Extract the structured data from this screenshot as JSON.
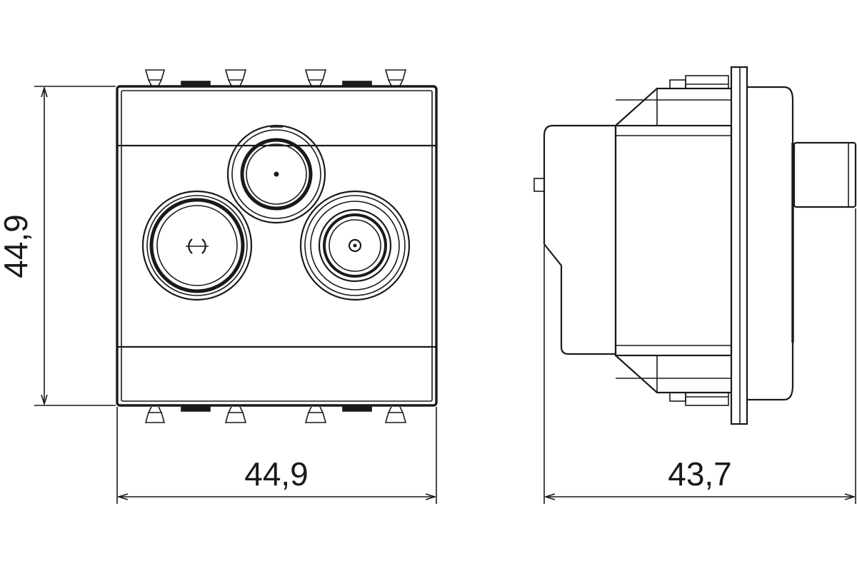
{
  "drawing": {
    "front_view": {
      "height_label": "44,9",
      "width_label": "44,9",
      "connectors": [
        "top-socket",
        "left-socket",
        "right-socket"
      ]
    },
    "side_view": {
      "depth_label": "43,7"
    },
    "colors": {
      "line": "#1a1a1a",
      "background": "#ffffff"
    }
  }
}
